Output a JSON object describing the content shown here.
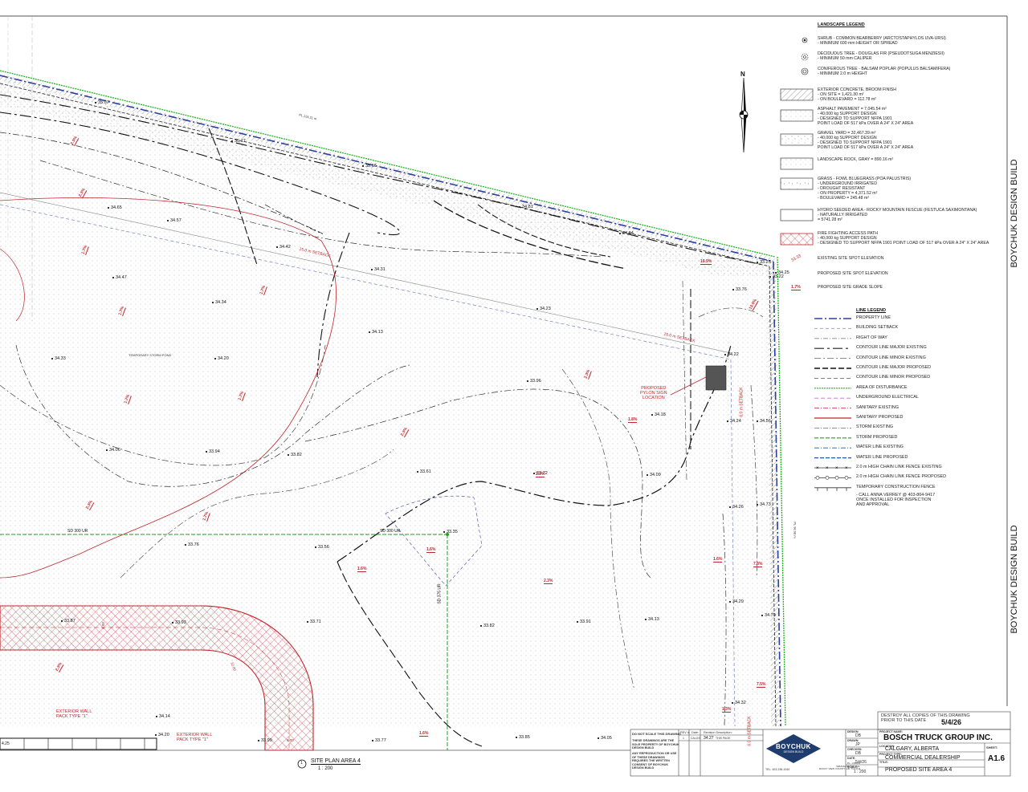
{
  "colors": {
    "property": "#2b3ea0",
    "red": "#c0262c",
    "green": "#22b422",
    "gray": "#8a8a8a",
    "black": "#111111"
  },
  "north": "N",
  "side_brand": "BOYCHUK DESIGN BUILD",
  "landscape_legend": {
    "title": "LANDSCAPE LEGEND",
    "plants": [
      {
        "icon": "shrub-icon",
        "lines": [
          "SHRUB - COMMON BEARBERRY (ARCTOSTAPHYLOS UVA-URSI)",
          " - MINIMUM 600 mm HEIGHT OR SPREAD"
        ]
      },
      {
        "icon": "deciduous-tree-icon",
        "lines": [
          "DECIDUOUS TREE - DOUGLAS FIR (PSEUDOTSUGA MENZIESII)",
          " - MINIMUM 50 mm CALIPER"
        ]
      },
      {
        "icon": "coniferous-tree-icon",
        "lines": [
          "CONIFEROUS TREE - BALSAM POPLAR (POPULUS BALSAMIFERA)",
          " - MINIMUM 2.0 m HEIGHT"
        ]
      }
    ],
    "surfaces": [
      {
        "lines": [
          "EXTERIOR CONCRETE, BROOM FINISH",
          " - ON SITE = 1,421.30 m²",
          " - ON BOULEVARD = 112.78 m²"
        ]
      },
      {
        "lines": [
          "ASPHALT PAVEMENT = 7,045.54 m²",
          " - 40,000 kg SUPPORT DESIGN",
          " - DESIGNED TO SUPPORT NFPA 1901",
          "   POINT LOAD OF 517 kPa OVER A 24\" X 24\" AREA"
        ]
      },
      {
        "lines": [
          "GRAVEL YARD = 32,467.39 m²",
          " - 40,000 kg SUPPORT DESIGN",
          " - DESIGNED TO SUPPORT NFPA 1901",
          "   POINT LOAD OF 517 kPa OVER A 24\" X 24\" AREA"
        ]
      },
      {
        "lines": [
          "LANDSCAPE ROCK, GRAY = 890.16 m²"
        ]
      },
      {
        "lines": [
          "GRASS - FOWL BLUEGRASS (POA PALUSTRIS)",
          " - UNDERGROUND IRRIGATED",
          " - DROUGHT RESISTANT",
          " - ON PROPERTY = 4,371.52 m²",
          " - BOULEVARD = 245.48 m²"
        ]
      },
      {
        "lines": [
          "HYDRO SEEDED AREA - ROCKY MOUNTAIN FESCUE (FESTUCA SAXIMONTANA)",
          " - NATURALLY IRRIGATED",
          " = 5741.28 m²"
        ]
      },
      {
        "lines": [
          "FIRE FIGHTING ACCESS PATH",
          " - 40,000 kg SUPPORT DESIGN",
          " - DESIGNED TO SUPPORT NFPA 1901 POINT LOAD OF 517 kPa OVER A 24\" X 24\" AREA"
        ]
      }
    ],
    "elevations": [
      {
        "sample": "33.33",
        "label": "EXISTING SITE SPOT ELEVATION"
      },
      {
        "sample": "",
        "label": "PROPOSED SITE SPOT ELEVATION"
      },
      {
        "sample": "1.7%",
        "label": "PROPOSED SITE GRADE SLOPE"
      }
    ]
  },
  "line_legend": {
    "title": "LINE LEGEND",
    "items": [
      {
        "label": "PROPERTY LINE",
        "color": "#2b3ea0",
        "dash": "10,3,2,3",
        "width": 1.4
      },
      {
        "label": "BUILDING SETBACK",
        "color": "#b0a0c0",
        "dash": "4,3",
        "width": 1
      },
      {
        "label": "RIGHT OF WAY",
        "color": "#888888",
        "dash": "6,2,1,2",
        "width": 0.8
      },
      {
        "label": "CONTOUR LINE MAJOR EXISTING",
        "color": "#222222",
        "dash": "12,4,3,4",
        "width": 1.2
      },
      {
        "label": "CONTOUR LINE MINOR EXISTING",
        "color": "#666666",
        "dash": "8,3,2,3",
        "width": 0.8
      },
      {
        "label": "CONTOUR LINE MAJOR PROPOSED",
        "color": "#111111",
        "dash": "7,3",
        "width": 1.4
      },
      {
        "label": "CONTOUR LINE MINOR PROPOSED",
        "color": "#555555",
        "dash": "5,3",
        "width": 0.8
      },
      {
        "label": "AREA OF DISTURBANCE",
        "color": "#22b422",
        "dash": "2,1",
        "width": 1.2
      },
      {
        "label": "UNDERGROUND ELECTRICAL",
        "color": "#c070c0",
        "dash": "5,3",
        "width": 0.8
      },
      {
        "label": "SANITARY EXISTING",
        "color": "#c0262c",
        "dash": "6,2,1,2",
        "width": 0.8
      },
      {
        "label": "SANITARY PROPOSED",
        "color": "#c0262c",
        "dash": "",
        "width": 1.3
      },
      {
        "label": "STORM EXISTING",
        "color": "#22a022",
        "dash": "6,2,1,2",
        "width": 0.8
      },
      {
        "label": "STORM PROPOSED",
        "color": "#22a022",
        "dash": "5,2",
        "width": 1.2
      },
      {
        "label": "WATER LINE EXISTING",
        "color": "#1e5aa8",
        "dash": "6,2,1,2",
        "width": 0.8
      },
      {
        "label": "WATER LINE PROPOSED",
        "color": "#1e5aa8",
        "dash": "5,2",
        "width": 1.2
      },
      {
        "label": "2.0 m HIGH CHAIN LINK FENCE EXISTING",
        "color": "#333333",
        "dash": "",
        "width": 0.8
      },
      {
        "label": "2.0 m HIGH CHAIN LINK FENCE PROPOSED",
        "color": "#333333",
        "dash": "",
        "width": 0.8
      },
      {
        "label": "TEMPORARY CONSTRUCTION FENCE",
        "color": "#333333",
        "dash": "",
        "width": 0.8
      }
    ],
    "fence_note": [
      " - CALL ANNA VERREY @ 403-804-9417",
      "   ONCE INSTALLED FOR INSPECTION",
      "   AND APPROVAL"
    ]
  },
  "plan": {
    "spots_existing": [
      "35.07",
      "35.17",
      "35.16",
      "34.81",
      "34.84",
      "34.65",
      "34.57",
      "34.42",
      "34.31",
      "34.47",
      "34.34",
      "34.13",
      "34.23",
      "34.33",
      "34.20",
      "33.96",
      "34.22",
      "34.18",
      "34.24",
      "34.56",
      "34.06",
      "33.94",
      "33.82",
      "33.61",
      "33.72",
      "34.09",
      "34.26",
      "34.73",
      "33.35",
      "33.76",
      "33.56",
      "33.87",
      "33.93",
      "33.71",
      "33.82",
      "33.91",
      "34.13",
      "34.29",
      "34.79",
      "34.14",
      "34.20",
      "33.99",
      "33.77",
      "33.85",
      "34.05",
      "34.32",
      "34.25",
      "33.76",
      "33.22",
      "33.25"
    ],
    "grades": [
      "1.7%",
      "1.7%",
      "1.7%",
      "1.7%",
      "2.3%",
      "2.3%",
      "2.3%",
      "1.6%",
      "1.6%",
      "2.3%",
      "1.6%",
      "7.8%",
      "7.5%",
      "1.6%",
      "2.3%",
      "1.8%",
      "2.3%",
      "1.3%",
      "16.9%",
      "13.0%",
      "1.7%",
      "1.7%",
      "2.3%",
      "2.3%"
    ],
    "labels": {
      "setback1": "15.0 m SETBACK",
      "setback2": "15.0 m SETBACK",
      "setback3": "6.0 m SETBACK",
      "setback4": "6.0 m SETBACK",
      "pl_dim": "PL 124.21 m",
      "pl_dim2": "PL 98.98 m",
      "storm_pond": "TEMPORARY STORM POND",
      "pylon": [
        "PROPOSED",
        "PYLON SIGN",
        "LOCATION"
      ],
      "sd1": "SD 300 UR",
      "sd2": "SD 300 UR",
      "sd3": "SD 375 UR",
      "wall1": [
        "EXTERIOR WALL",
        "PACK TYPE \"1\""
      ],
      "wall2": [
        "EXTERIOR WALL",
        "PACK TYPE \"1\""
      ],
      "dim6": "6.00",
      "dim12": "12.00",
      "dim6b": "6.00",
      "small425": "4.25"
    }
  },
  "view_title": {
    "number": "1",
    "title": "SITE PLAN AREA 4",
    "scale": "1 : 200"
  },
  "title_block": {
    "destroy": [
      "DESTROY ALL COPIES OF THIS DRAWING",
      "PRIOR TO THIS DATE"
    ],
    "destroy_date": "5/4/26",
    "do_not_scale": "DO NOT SCALE THIS DRAWING",
    "property_note": [
      "THESE DRAWINGS ARE THE",
      "SOLE PROPERTY OF BOYCHUK",
      "DESIGN BUILD"
    ],
    "repro_note": [
      "ANY REPRODUCTION OR USE",
      "OF THESE DRAWINGS",
      "REQUIRES THE WRITTEN",
      "CONSENT OF BOYCHUK",
      "DESIGN BUILD"
    ],
    "rev_headers": [
      "REV #:",
      "Date:",
      "Revision Description:"
    ],
    "rev_rows": [
      [
        "1",
        "CALGS",
        "34.27",
        "THIS PAGE"
      ]
    ],
    "logo_name": "BOYCHUK",
    "logo_sub": "DESIGN BUILD",
    "address": [
      "IN – 235093",
      "WRANGLER DR. S.E.",
      "ROCKY VIEW COUNTY, AB. T1X 0H4"
    ],
    "tel": "TEL: 403-236-1040",
    "design_label": "DESIGN:",
    "design": "DB",
    "drawn_label": "DRAWN:",
    "drawn": "JP",
    "checked_label": "CHECKED:",
    "checked": "DB",
    "date_label": "DATE:",
    "date": "5/4/26",
    "scale_label": "SCALE:",
    "scale": "1 : 200",
    "project_name_label": "PROJECT NAME:",
    "project_name": "BOSCH TRUCK GROUP INC.",
    "location_label": "LOCATION:",
    "location": "CALGARY, ALBERTA",
    "project_type_label": "PROJECT TYPE:",
    "project_type": "COMMERCIAL DEALERSHIP",
    "title_label": "TITLE:",
    "title": "PROPOSED SITE AREA 4",
    "sheet_label": "SHEET:",
    "sheet": "A1.6"
  }
}
